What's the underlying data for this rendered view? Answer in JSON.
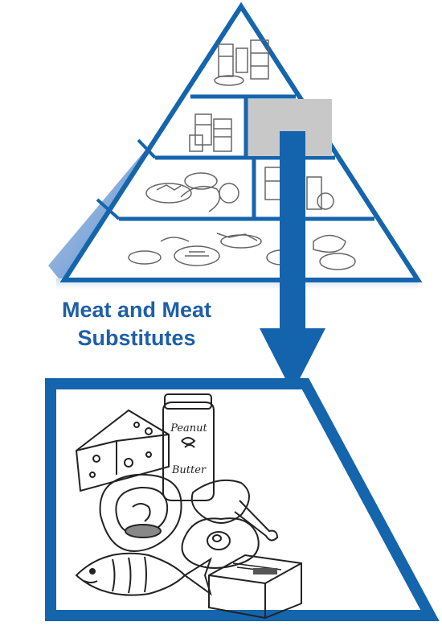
{
  "caption": {
    "line1": "Meat and Meat",
    "line2": "Substitutes"
  },
  "detail_labels": {
    "jar_line1": "Peanut",
    "jar_line2": "Butter"
  },
  "colors": {
    "outline": "#1565ad",
    "arrow": "#1463ad",
    "caption_text": "#1f5fa8",
    "highlight_cell": "#c8c8c8",
    "shading_light": "#bcd3ee",
    "shading_dark": "#2d64ad"
  },
  "icons": {
    "pyramid": "food-guide-pyramid",
    "arrow": "down-arrow",
    "foods": [
      "cheese-wedge-icon",
      "peanut-butter-jar-icon",
      "chicken-leg-icon",
      "steak-icon",
      "fish-icon",
      "fried-egg-icon",
      "tofu-package-icon"
    ]
  }
}
